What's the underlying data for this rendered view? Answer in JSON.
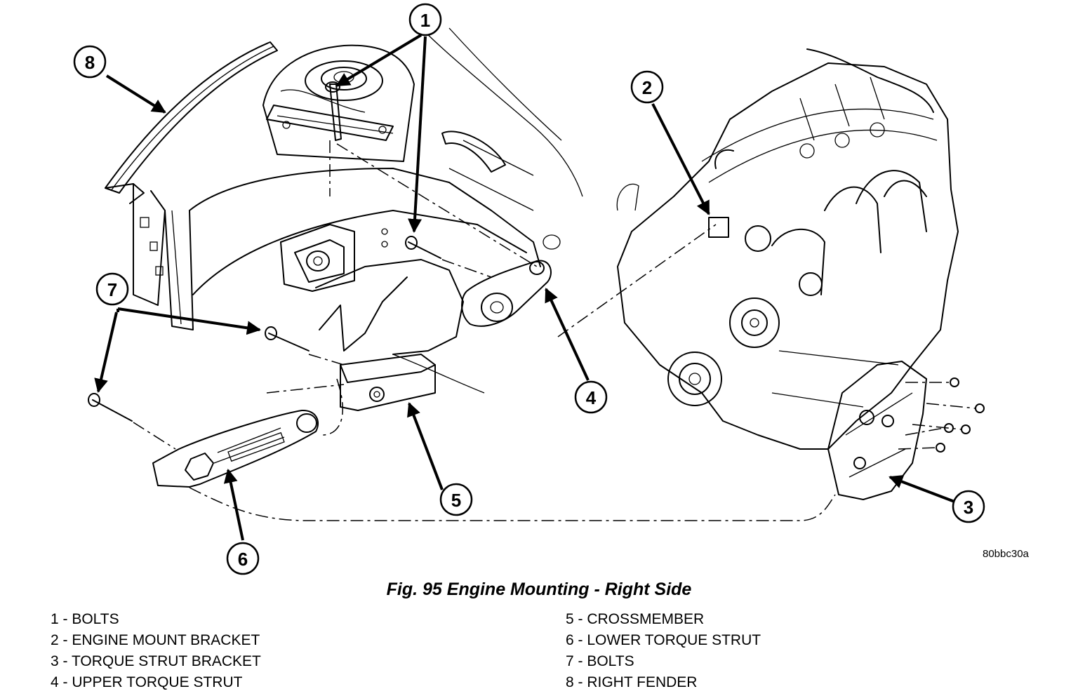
{
  "figure": {
    "code": "80bbc30a",
    "caption": "Fig. 95 Engine Mounting - Right Side"
  },
  "callouts": [
    "1",
    "2",
    "3",
    "4",
    "5",
    "6",
    "7",
    "8"
  ],
  "legend": {
    "left": [
      {
        "num": "1",
        "label": "BOLTS",
        "text": "1 - BOLTS"
      },
      {
        "num": "2",
        "label": "ENGINE MOUNT BRACKET",
        "text": "2 - ENGINE MOUNT BRACKET"
      },
      {
        "num": "3",
        "label": "TORQUE STRUT BRACKET",
        "text": "3 - TORQUE STRUT BRACKET"
      },
      {
        "num": "4",
        "label": "UPPER TORQUE STRUT",
        "text": "4 - UPPER TORQUE STRUT"
      }
    ],
    "right": [
      {
        "num": "5",
        "label": "CROSSMEMBER",
        "text": "5 - CROSSMEMBER"
      },
      {
        "num": "6",
        "label": "LOWER TORQUE STRUT",
        "text": "6 - LOWER TORQUE STRUT"
      },
      {
        "num": "7",
        "label": "BOLTS",
        "text": "7 - BOLTS"
      },
      {
        "num": "8",
        "label": "RIGHT FENDER",
        "text": "8 - RIGHT FENDER"
      }
    ]
  }
}
